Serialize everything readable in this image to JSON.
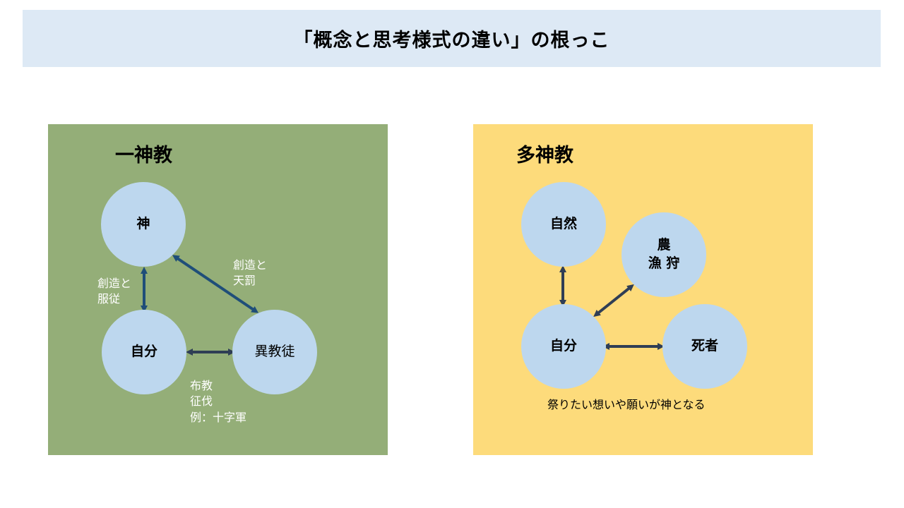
{
  "title": "「概念と思考様式の違い」の根っこ",
  "monotheism": {
    "heading": "一神教",
    "nodes": {
      "god": "神",
      "self": "自分",
      "heathen": "異教徒"
    },
    "labels": {
      "god_self": "創造と\n服従",
      "god_heathen": "創造と\n天罰",
      "self_heathen": "布教\n征伐\n例：十字軍"
    },
    "colors": {
      "panel": "#94ae78",
      "node": "#bdd7ee",
      "arrow_primary": "#1f4e79",
      "arrow_secondary": "#2f3e55"
    }
  },
  "polytheism": {
    "heading": "多神教",
    "nodes": {
      "nature": "自然",
      "farming": "農\n漁 狩",
      "self": "自分",
      "dead": "死者"
    },
    "caption": "祭りたい想いや願いが神となる",
    "colors": {
      "panel": "#fddb7b",
      "node": "#bdd7ee",
      "arrow": "#2f3e55"
    }
  }
}
